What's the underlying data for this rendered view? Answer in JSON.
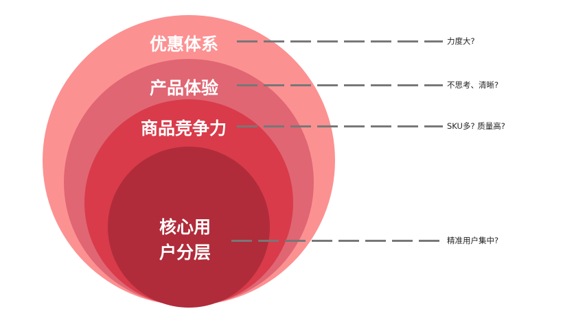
{
  "diagram": {
    "type": "nested-circles",
    "colors": {
      "layer_1": "#fc9192",
      "layer_2": "#e06673",
      "layer_3": "#d93b4a",
      "layer_4": "#b02c3a",
      "connector": "#777777",
      "label_text": "#ffffff",
      "note_text": "#222222"
    },
    "layers": [
      {
        "label": "优惠体系",
        "note": "力度大?"
      },
      {
        "label": "产品体验",
        "note": "不思考、清晰?"
      },
      {
        "label": "商品竞争力",
        "note": "SKU多? 质量高?"
      },
      {
        "label_line1": "核心用",
        "label_line2": "户分层",
        "note": "精准用户集中?"
      }
    ]
  }
}
